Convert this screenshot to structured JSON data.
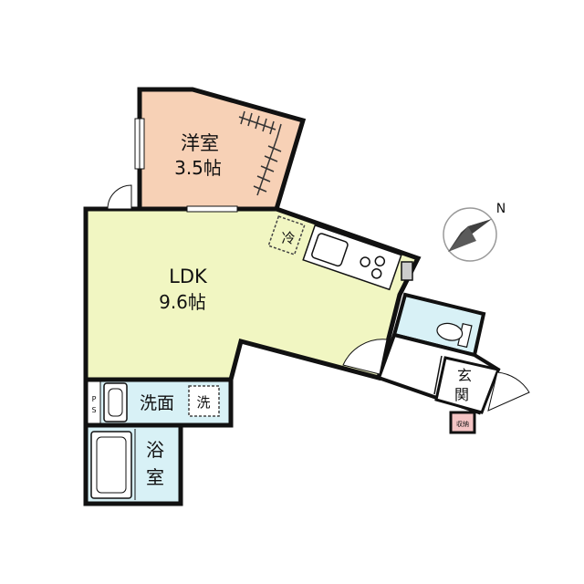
{
  "rooms": {
    "western": {
      "name": "洋室",
      "size": "3.5帖"
    },
    "ldk": {
      "name": "LDK",
      "size": "9.6帖"
    },
    "washroom": {
      "name": "洗面",
      "washer": "洗"
    },
    "bath": {
      "name": "浴室"
    },
    "entrance": {
      "name": "玄関"
    },
    "fridge": "冷",
    "pipe_space": "PS",
    "storage": "収納"
  },
  "compass": {
    "north_label": "N"
  },
  "colors": {
    "western_fill": "#f7d1b6",
    "ldk_fill": "#f1f6c2",
    "wet_fill": "#d8f1f6",
    "wall": "#111111",
    "storage_fill": "#f4c4c4",
    "compass_fill": "#3f3f3f"
  }
}
